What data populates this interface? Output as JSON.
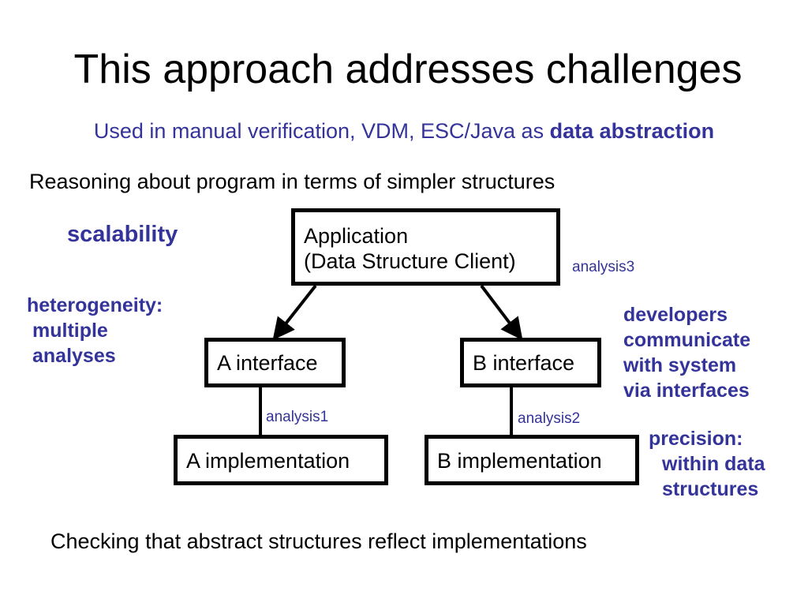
{
  "slide": {
    "title": "This approach addresses challenges",
    "subtitle_prefix": "Used in manual verification, VDM, ESC/Java as",
    "subtitle_emphasis": "data abstraction",
    "reasoning": "Reasoning about program in terms of simpler structures",
    "checking": "Checking that abstract structures reflect implementations"
  },
  "labels": {
    "scalability": "scalability",
    "heterogeneity": [
      "heterogeneity:",
      "multiple",
      "analyses"
    ],
    "developers": [
      "developers",
      "communicate",
      "with system",
      "via interfaces"
    ],
    "precision": [
      "precision:",
      "within data",
      "structures"
    ]
  },
  "diagram": {
    "application": [
      "Application",
      "(Data Structure Client)"
    ],
    "a_interface": "A interface",
    "b_interface": "B interface",
    "a_implementation": "A implementation",
    "b_implementation": "B implementation",
    "analysis1": "analysis1",
    "analysis2": "analysis2",
    "analysis3": "analysis3"
  },
  "colors": {
    "accent": "#333399",
    "text": "#000000",
    "background": "#ffffff"
  }
}
